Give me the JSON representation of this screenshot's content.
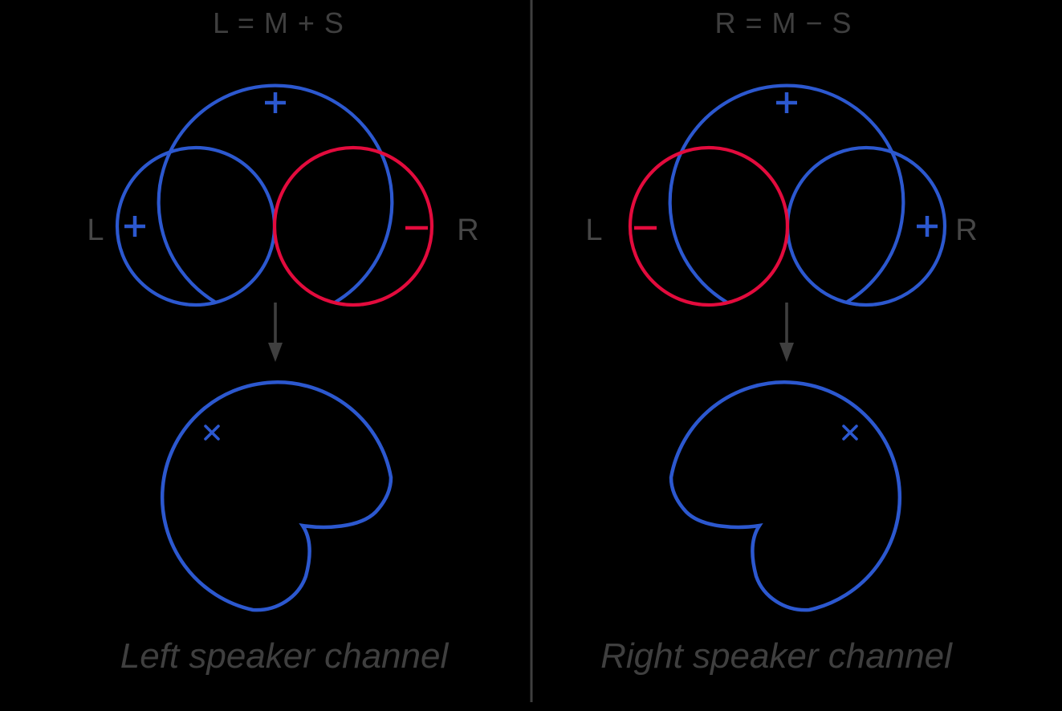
{
  "colors": {
    "background": "#000000",
    "blue": "#2c58cf",
    "red": "#e30b3d",
    "gray_text": "#3f3f3f",
    "gray_line": "#3f3f3f",
    "label_gray": "#474747"
  },
  "panels": [
    {
      "id": "left-channel",
      "title": "L = M + S",
      "polar_labels": {
        "left": "L",
        "right": "R"
      },
      "polarity_signs": {
        "omni_top": "+",
        "left_lobe": "+",
        "right_lobe": "−"
      },
      "result_marker": "×",
      "caption": "Left speaker channel"
    },
    {
      "id": "right-channel",
      "title": "R = M − S",
      "polar_labels": {
        "left": "L",
        "right": "R"
      },
      "polarity_signs": {
        "omni_top": "+",
        "left_lobe": "−",
        "right_lobe": "+"
      },
      "result_marker": "×",
      "caption": "Right speaker channel"
    }
  ],
  "icons": {
    "plus": "plus-icon",
    "minus": "minus-icon",
    "x_marker": "x-marker-icon",
    "arrow": "down-arrow-icon"
  }
}
